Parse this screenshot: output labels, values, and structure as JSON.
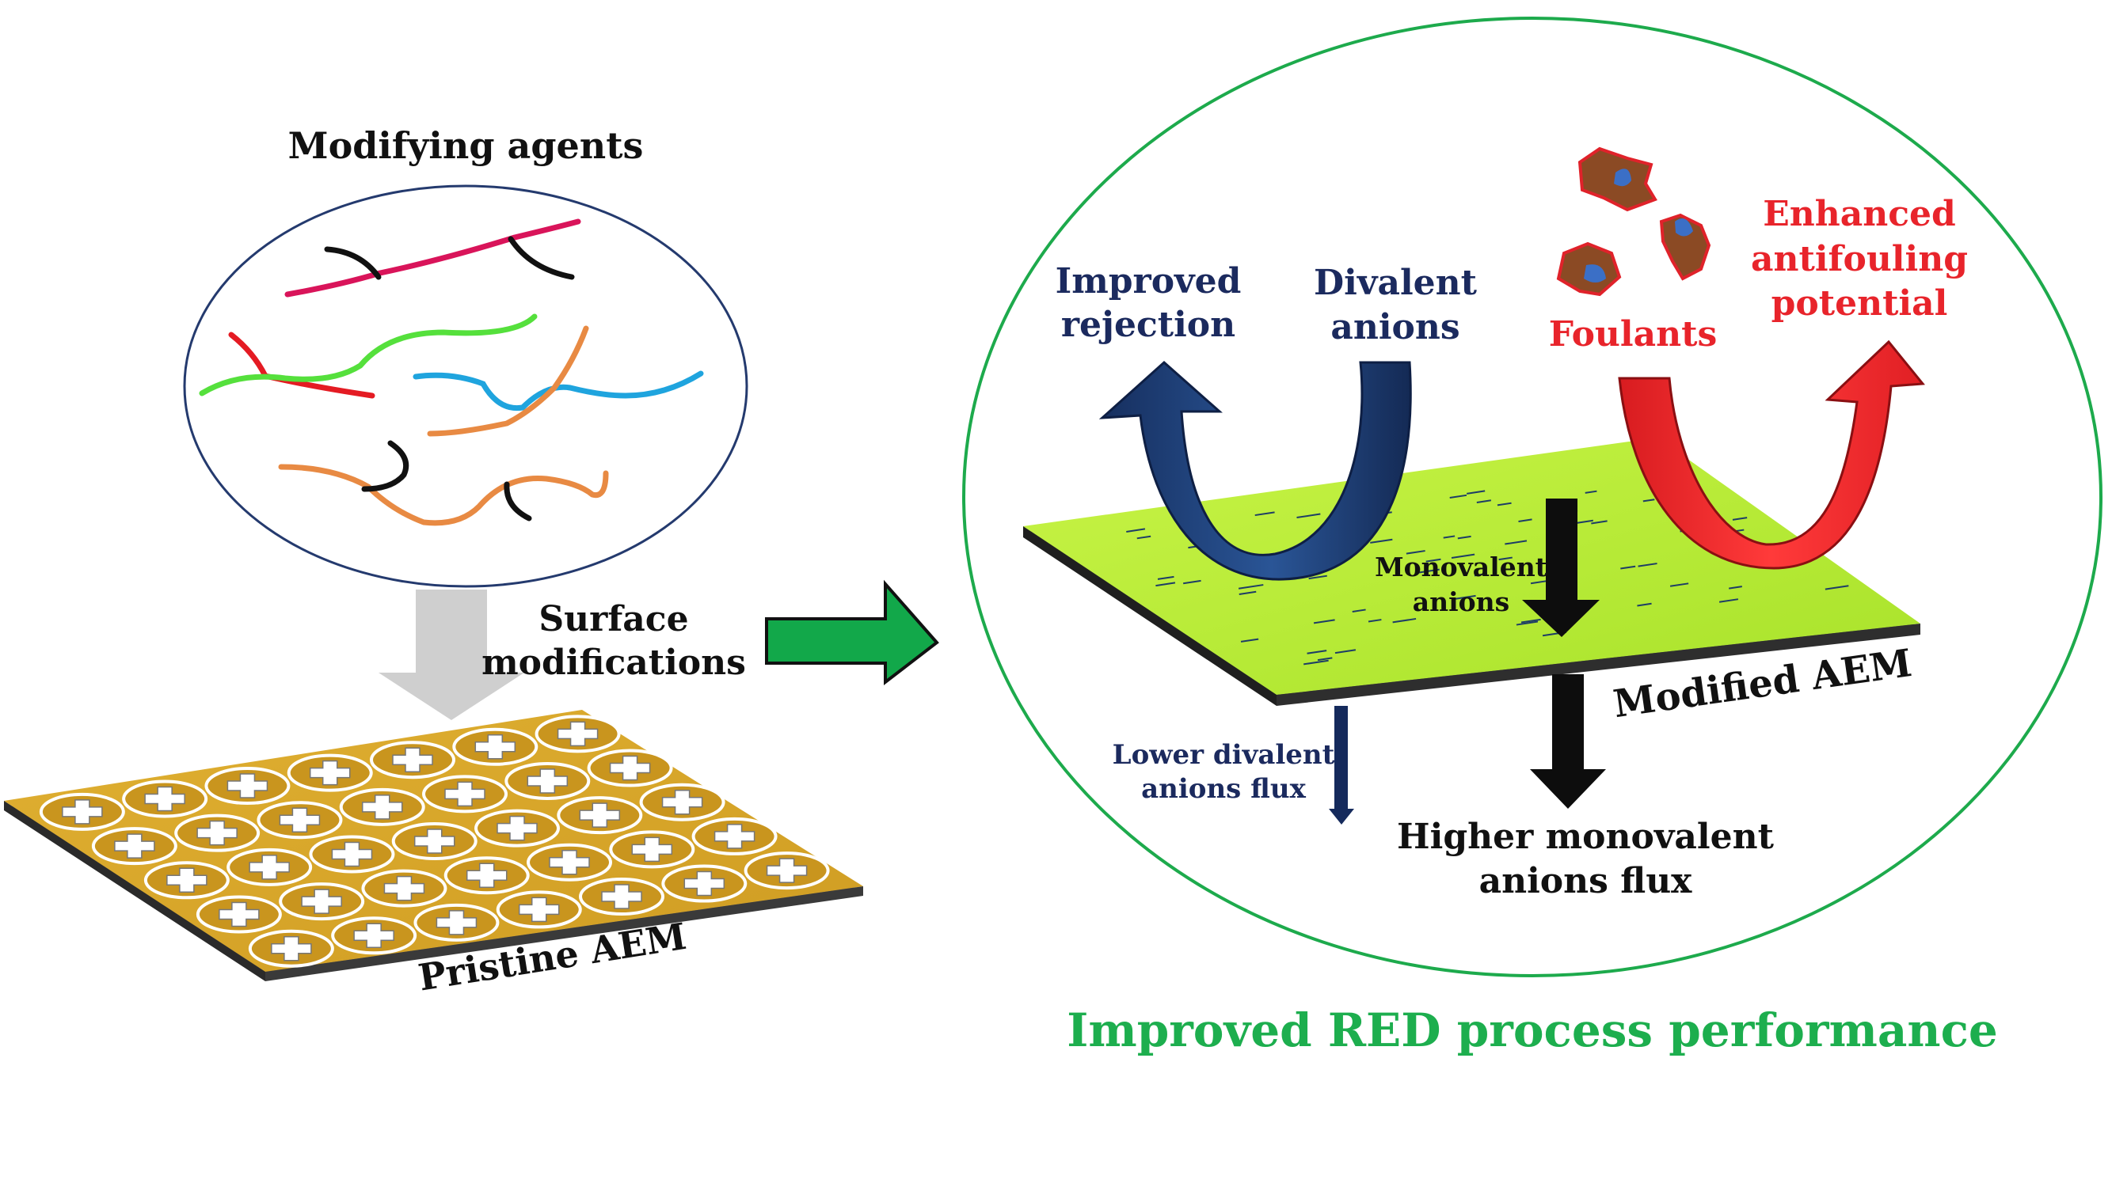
{
  "left": {
    "agents_title": "Modifying agents",
    "surface_line1": "Surface",
    "surface_line2": "modifications",
    "pristine_label": "Pristine AEM"
  },
  "right": {
    "rejection_line1": "Improved",
    "rejection_line2": "rejection",
    "divalent_line1": "Divalent",
    "divalent_line2": "anions",
    "foulants": "Foulants",
    "antifouling_line1": "Enhanced",
    "antifouling_line2": "antifouling",
    "antifouling_line3": "potential",
    "monovalent_line1": "Monovalent",
    "monovalent_line2": "anions",
    "modified_label": "Modified AEM",
    "lower_flux_line1": "Lower divalent",
    "lower_flux_line2": "anions flux",
    "higher_flux_line1": "Higher monovalent",
    "higher_flux_line2": "anions flux"
  },
  "caption": "Improved RED process performance",
  "colors": {
    "pristine_membrane": "#D9A82A",
    "modified_membrane": "#BFF23A",
    "navy_arrow": "#1F3F7A",
    "red_arrow": "#F0262A",
    "green_arrow": "#12A84A",
    "caption_green": "#1DAE4E",
    "red_text": "#E8242B",
    "navy_text": "#1B2A5E"
  }
}
